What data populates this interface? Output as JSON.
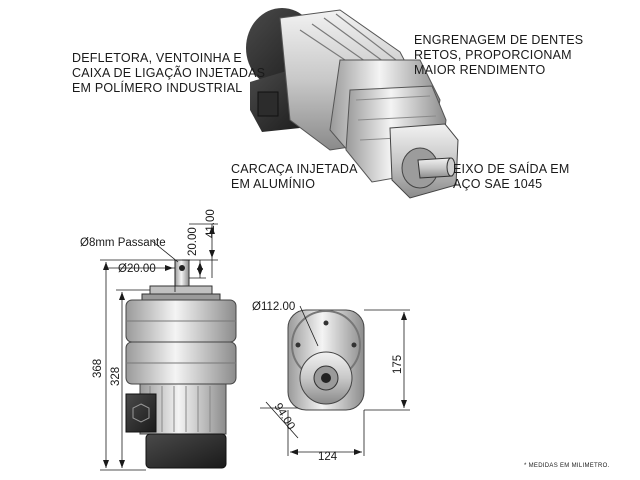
{
  "callouts": {
    "deflector": [
      "DEFLETORA, VENTOINHA E",
      "CAIXA DE LIGAÇÃO INJETADAS",
      "EM POLÍMERO INDUSTRIAL"
    ],
    "gears": [
      "ENGRENAGEM DE DENTES",
      "RETOS, PROPORCIONAM",
      "MAIOR RENDIMENTO"
    ],
    "housing": [
      "CARCAÇA INJETADA",
      "EM ALUMÍNIO"
    ],
    "shaft": [
      "EIXO DE SAÍDA EM",
      "AÇO SAE 1045"
    ]
  },
  "dimensions": {
    "hole": "Ø8mm Passante",
    "shaft_diameter": "Ø20.00",
    "shaft_len": "20.00",
    "top_len": "41.00",
    "total_height": "368",
    "body_height": "328",
    "flange_diameter": "Ø112.00",
    "height_front": "175",
    "diag": "94.00",
    "width": "124"
  },
  "footnote": "* MEDIDAS EM MILIMETRO."
}
